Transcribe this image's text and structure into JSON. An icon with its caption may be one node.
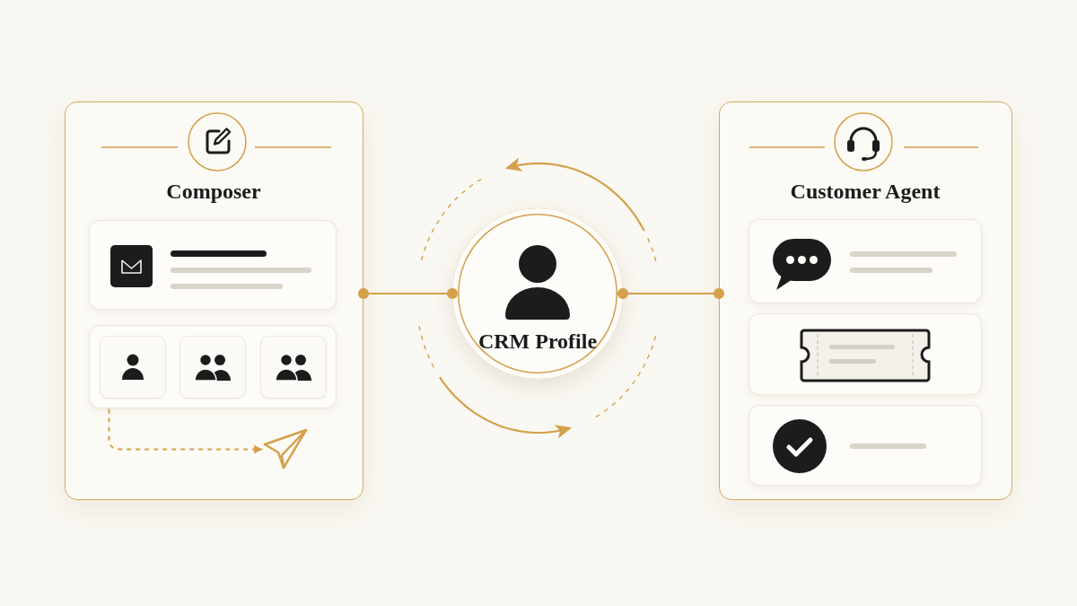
{
  "diagram": {
    "nodes": [
      {
        "text": [
          "Composer"
        ]
      },
      {
        "text": [],
        "shape": "box",
        "in": 0
      },
      {
        "text": [],
        "shape": "box",
        "in": 0
      },
      {
        "text": [],
        "shape": "picture",
        "in": 0
      },
      {
        "text": [
          "CRM Profile"
        ]
      },
      {
        "text": [
          "Customer Agent"
        ]
      },
      {
        "text": [],
        "shape": "box",
        "in": 5
      },
      {
        "text": [],
        "shape": "box",
        "in": 5
      },
      {
        "text": [],
        "shape": "box",
        "in": 5
      }
    ],
    "edges": [
      {
        "from": 0,
        "to": 4,
        "arrow": "other"
      },
      {
        "from": 4,
        "to": 5,
        "arrow": "other"
      },
      {
        "from": 2,
        "to": 3,
        "arrow": "to",
        "style": "dashed"
      }
    ]
  }
}
